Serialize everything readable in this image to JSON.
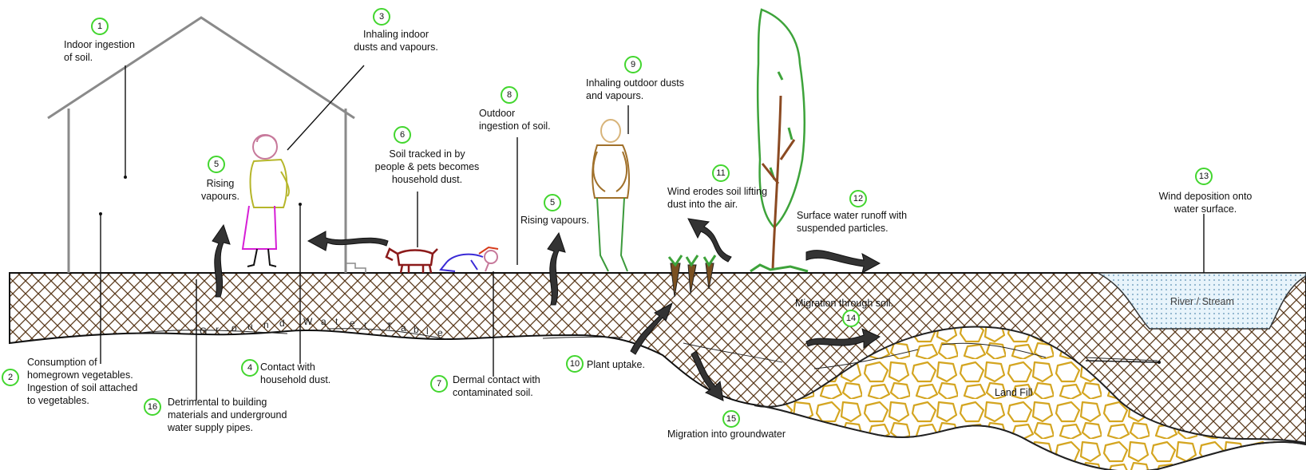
{
  "colors": {
    "ground_hatch": "#5a3a1c",
    "circle_border": "#43d62f",
    "landfill": "#d4a520",
    "water": "#bfe0f3",
    "arrow": "#3a3a3a"
  },
  "labels": [
    {
      "id": "1",
      "text": "Indoor ingestion\nof soil."
    },
    {
      "id": "2",
      "text": "Consumption of\nhomegrown vegetables.\nIngestion of soil attached\nto vegetables."
    },
    {
      "id": "3",
      "text": "Inhaling indoor\ndusts and vapours."
    },
    {
      "id": "4",
      "text": "Contact with\nhousehold dust."
    },
    {
      "id": "5a",
      "number": "5",
      "text": "Rising\nvapours."
    },
    {
      "id": "5b",
      "number": "5",
      "text": "Rising vapours."
    },
    {
      "id": "6",
      "text": "Soil tracked in by\npeople & pets becomes\nhousehold dust."
    },
    {
      "id": "7",
      "text": "Dermal contact with\ncontaminated soil."
    },
    {
      "id": "8",
      "text": "Outdoor\ningestion of soil."
    },
    {
      "id": "9",
      "text": "Inhaling outdoor dusts\nand vapours."
    },
    {
      "id": "10",
      "text": "Plant uptake."
    },
    {
      "id": "11",
      "text": "Wind erodes soil lifting\ndust into the air."
    },
    {
      "id": "12",
      "text": "Surface water runoff with\nsuspended particles."
    },
    {
      "id": "13",
      "text": "Wind deposition onto\nwater surface."
    },
    {
      "id": "14",
      "text": "Migration through soil."
    },
    {
      "id": "15",
      "text": "Migration into groundwater"
    },
    {
      "id": "16",
      "text": "Detrimental to building\nmaterials and underground\nwater supply pipes."
    }
  ],
  "ground_water_table": [
    "G",
    "r",
    "o",
    "u",
    "n",
    "d",
    "W",
    "a",
    "t",
    "e",
    "r",
    "T",
    "a",
    "b",
    "l",
    "e"
  ],
  "river_label": "River / Stream",
  "landfill_label": "Land Fill"
}
